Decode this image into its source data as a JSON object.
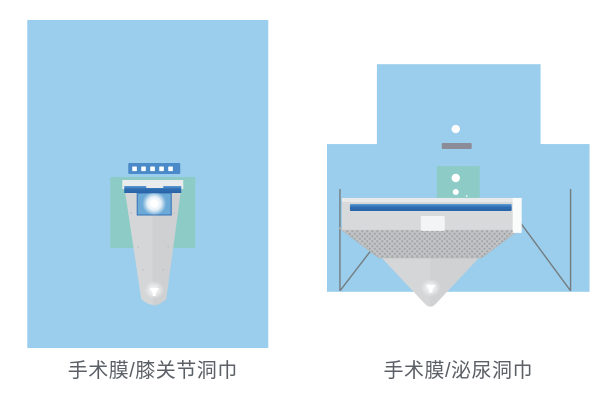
{
  "gallery": {
    "items": [
      {
        "caption": "手术膜/膝关节洞巾",
        "drape_shape": "rectangle",
        "canvas_color": "#9ACEEC",
        "accent_teal": "#8CCBC4",
        "accent_blue": "#2E6DB4",
        "drape_gray": "#D4D6D8",
        "highlight_white": "#FFFFFF",
        "dot_count": 5
      },
      {
        "caption": "手术膜/泌尿洞巾",
        "drape_shape": "cross",
        "canvas_color": "#9ACEEC",
        "accent_teal": "#8CCBC4",
        "accent_blue": "#2E6DB4",
        "drape_gray": "#D4D6D8",
        "highlight_white": "#FFFFFF",
        "strap_gray": "#8C8C99",
        "leg_line_gray": "#6E6E6E"
      }
    ]
  },
  "colors": {
    "background": "#FFFFFF",
    "caption_text": "#5B5F66",
    "sky_blue": "#9ACEEC",
    "teal": "#8CCBC4",
    "deep_blue": "#2E6DB4",
    "mid_blue": "#4A8AC9",
    "drape_gray": "#D4D6D8",
    "mesh_gray": "#C2C4C6"
  }
}
